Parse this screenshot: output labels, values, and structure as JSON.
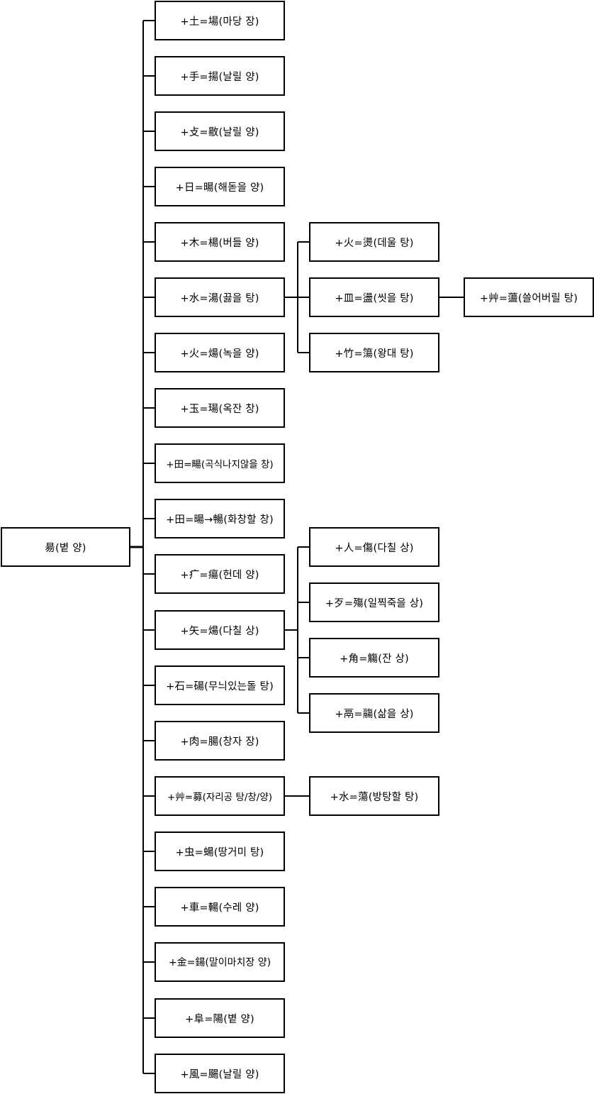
{
  "root": {
    "label": "昜(볕 양)"
  },
  "branches": [
    {
      "label": "+土=場(마당 장)"
    },
    {
      "label": "+手=揚(날릴 양)"
    },
    {
      "label": "+攴=敭(날릴 양)"
    },
    {
      "label": "+日=暘(해돋을 양)"
    },
    {
      "label": "+木=楊(버들 양)"
    },
    {
      "label": "+水=湯(끓을 탕)",
      "children": [
        {
          "label": "+火=燙(데울 탕)"
        },
        {
          "label": "+皿=盪(씻을 탕)",
          "children": [
            {
              "label": "+艸=蘯(쓸어버릴 탕)"
            }
          ]
        },
        {
          "label": "+竹=簜(왕대 탕)"
        }
      ]
    },
    {
      "label": "+火=煬(녹을 양)"
    },
    {
      "label": "+玉=瑒(옥잔 창)"
    },
    {
      "label": "+田=畼(곡식나지않을 창)"
    },
    {
      "label": "+田=暘→暢(화창할 창)"
    },
    {
      "label": "+疒=瘍(헌데 양)"
    },
    {
      "label": "+矢=煬(다칠 상)",
      "children": [
        {
          "label": "+人=傷(다칠 상)"
        },
        {
          "label": "+歹=殤(일찍죽을 상)"
        },
        {
          "label": "+角=觴(잔 상)"
        },
        {
          "label": "+鬲=鬺(삶을 상)"
        }
      ]
    },
    {
      "label": "+石=碭(무늬있는돌 탕)"
    },
    {
      "label": "+肉=腸(창자 장)"
    },
    {
      "label": "+艸=募(자리공 탕/창/양)",
      "children": [
        {
          "label": "+水=蕩(방탕할 탕)"
        }
      ]
    },
    {
      "label": "+虫=蝪(땅거미 탕)"
    },
    {
      "label": "+車=輰(수레 양)"
    },
    {
      "label": "+金=鍚(말이마치장 양)"
    },
    {
      "label": "+阜=陽(볕 양)"
    },
    {
      "label": "+風=颺(날릴 양)"
    }
  ]
}
